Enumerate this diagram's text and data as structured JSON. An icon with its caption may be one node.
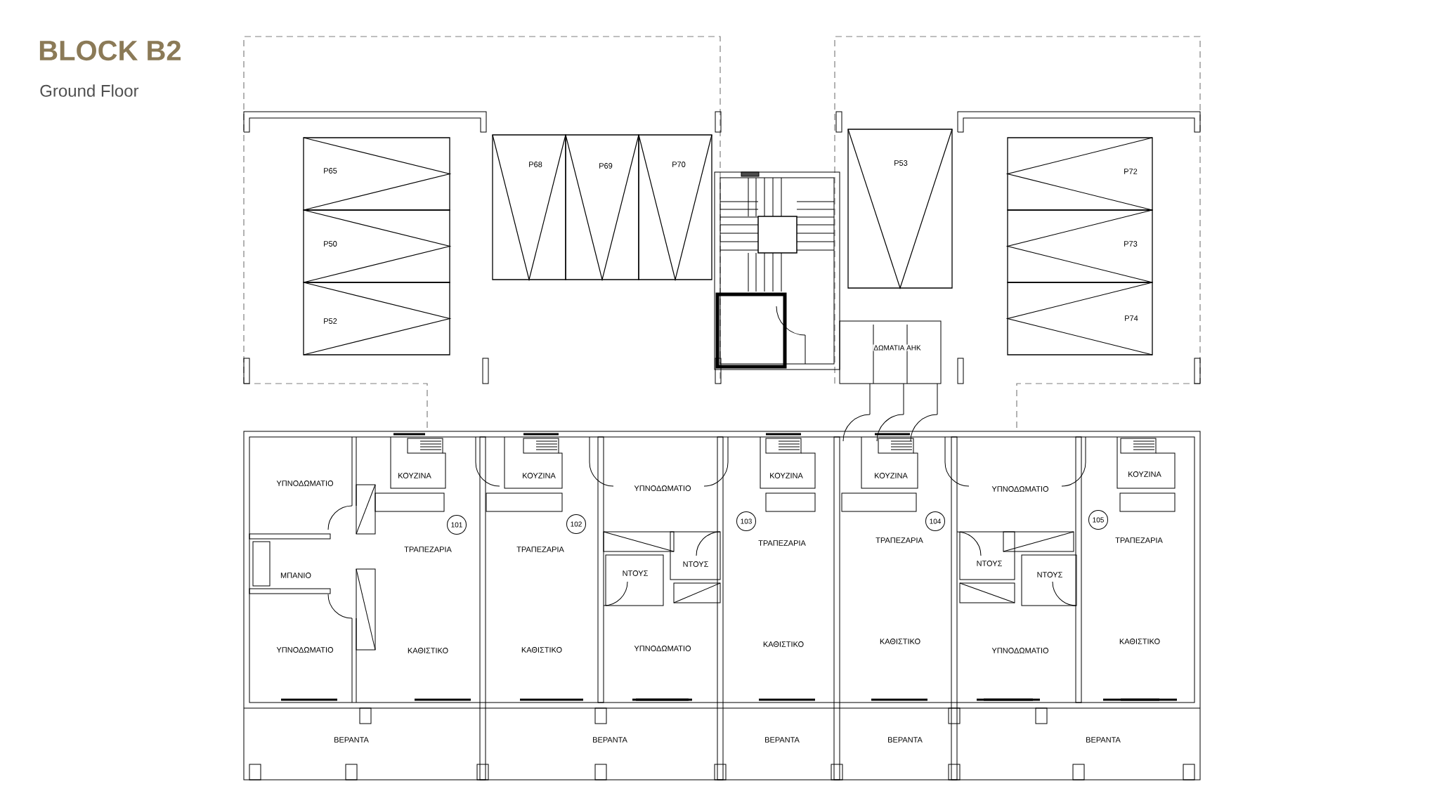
{
  "diagram": {
    "title": "BLOCK B2",
    "nodes": [
      {
        "text": [
          "P65"
        ]
      },
      {
        "text": [
          "P68"
        ]
      },
      {
        "text": [
          "P69"
        ]
      },
      {
        "text": [
          "P70"
        ]
      },
      {
        "text": [
          "P53"
        ]
      },
      {
        "text": [
          "P72"
        ]
      },
      {
        "text": [
          "P50"
        ]
      },
      {
        "text": [
          "P73"
        ]
      },
      {
        "text": [
          "P52"
        ]
      },
      {
        "text": [
          "P74"
        ]
      },
      {
        "text": [
          "101"
        ]
      },
      {
        "text": [
          "102"
        ]
      },
      {
        "text": [
          "103"
        ]
      },
      {
        "text": [
          "104"
        ]
      },
      {
        "text": [
          "105"
        ]
      }
    ],
    "labels": [
      "Ground Floor",
      "ΔΩΜΑΤΙΑ ΑΗΚ",
      "ΥΠΝΟΔΩΜΑΤΙΟ",
      "ΚΟΥΖΙΝΑ",
      "ΚΟΥΖΙΝΑ",
      "ΥΠΝΟΔΩΜΑΤΙΟ",
      "ΚΟΥΖΙΝΑ",
      "ΚΟΥΖΙΝΑ",
      "ΥΠΝΟΔΩΜΑΤΙΟ",
      "ΚΟΥΖΙΝΑ",
      "ΤΡΑΠΕΖΑΡΙΑ",
      "ΤΡΑΠΕΖΑΡΙΑ",
      "ΤΡΑΠΕΖΑΡΙΑ",
      "ΤΡΑΠΕΖΑΡΙΑ",
      "ΤΡΑΠΕΖΑΡΙΑ",
      "ΜΠΑΝΙΟ",
      "ΝΤΟΥΣ",
      "ΝΤΟΥΣ",
      "ΝΤΟΥΣ",
      "ΝΤΟΥΣ",
      "ΥΠΝΟΔΩΜΑΤΙΟ",
      "ΚΑΘΙΣΤΙΚΟ",
      "ΚΑΘΙΣΤΙΚΟ",
      "ΥΠΝΟΔΩΜΑΤΙΟ",
      "ΚΑΘΙΣΤΙΚΟ",
      "ΚΑΘΙΣΤΙΚΟ",
      "ΥΠΝΟΔΩΜΑΤΙΟ",
      "ΚΑΘΙΣΤΙΚΟ",
      "ΒΕΡΑΝΤΑ",
      "ΒΕΡΑΝΤΑ",
      "ΒΕΡΑΝΤΑ",
      "ΒΕΡΑΝΤΑ",
      "ΒΕΡΑΝΤΑ"
    ]
  }
}
